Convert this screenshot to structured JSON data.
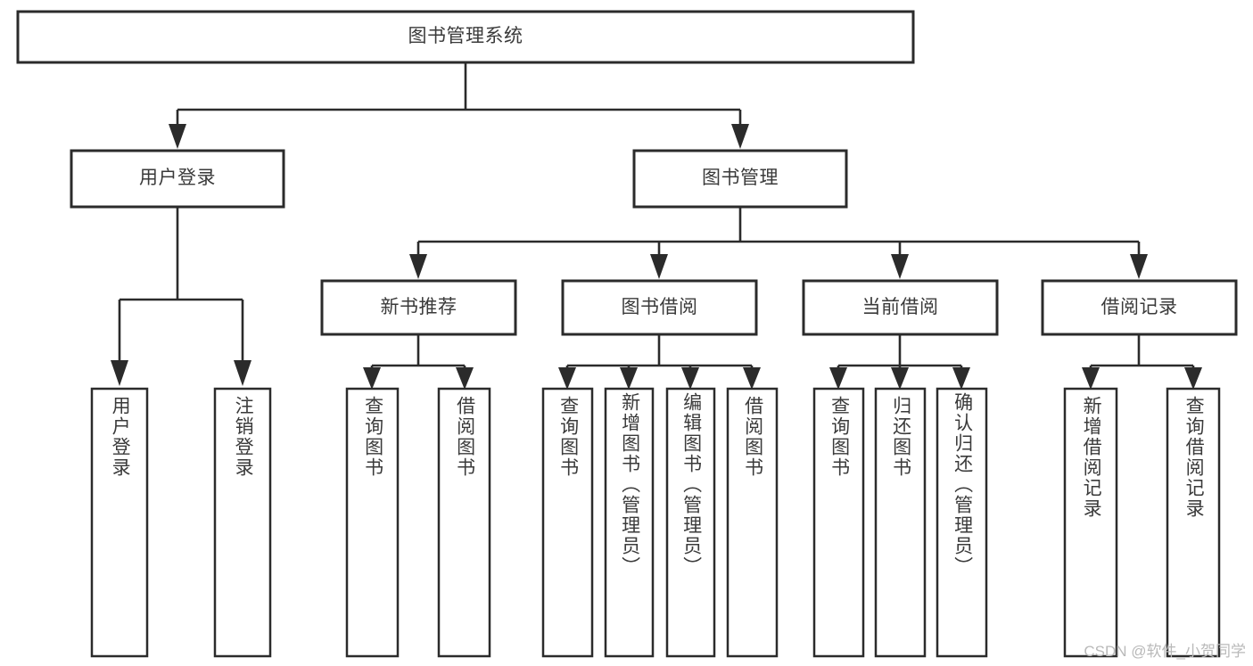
{
  "diagram": {
    "type": "tree-hierarchy-chart",
    "title": "图书管理系统",
    "watermark": "CSDN @软件_小贺同学",
    "colors": {
      "box_stroke": "#2b2b2b",
      "box_fill": "#ffffff",
      "text": "#3a3a3a",
      "background": "#ffffff",
      "watermark": "#b9b9b9"
    },
    "levels": {
      "level1": [
        {
          "id": "root",
          "label": "图书管理系统",
          "orientation": "horizontal"
        }
      ],
      "level2": [
        {
          "id": "login",
          "label": "用户登录",
          "orientation": "horizontal",
          "parent": "root"
        },
        {
          "id": "bookmgmt",
          "label": "图书管理",
          "orientation": "horizontal",
          "parent": "root"
        }
      ],
      "level3": [
        {
          "id": "newbook",
          "label": "新书推荐",
          "orientation": "horizontal",
          "parent": "bookmgmt"
        },
        {
          "id": "borrow",
          "label": "图书借阅",
          "orientation": "horizontal",
          "parent": "bookmgmt"
        },
        {
          "id": "current",
          "label": "当前借阅",
          "orientation": "horizontal",
          "parent": "bookmgmt"
        },
        {
          "id": "records",
          "label": "借阅记录",
          "orientation": "horizontal",
          "parent": "bookmgmt"
        }
      ],
      "level4": [
        {
          "id": "leaf-1",
          "label": "用户登录",
          "orientation": "vertical",
          "parent": "login"
        },
        {
          "id": "leaf-2",
          "label": "注销登录",
          "orientation": "vertical",
          "parent": "login"
        },
        {
          "id": "leaf-3",
          "label": "查询图书",
          "orientation": "vertical",
          "parent": "newbook"
        },
        {
          "id": "leaf-4",
          "label": "借阅图书",
          "orientation": "vertical",
          "parent": "newbook"
        },
        {
          "id": "leaf-5",
          "label": "查询图书",
          "orientation": "vertical",
          "parent": "borrow"
        },
        {
          "id": "leaf-6",
          "label": "新增图书（管理员）",
          "orientation": "vertical",
          "parent": "borrow"
        },
        {
          "id": "leaf-7",
          "label": "编辑图书（管理员）",
          "orientation": "vertical",
          "parent": "borrow"
        },
        {
          "id": "leaf-8",
          "label": "借阅图书",
          "orientation": "vertical",
          "parent": "borrow"
        },
        {
          "id": "leaf-9",
          "label": "查询图书",
          "orientation": "vertical",
          "parent": "current"
        },
        {
          "id": "leaf-10",
          "label": "归还图书",
          "orientation": "vertical",
          "parent": "current"
        },
        {
          "id": "leaf-11",
          "label": "确认归还（管理员）",
          "orientation": "vertical",
          "parent": "current"
        },
        {
          "id": "leaf-12",
          "label": "新增借阅记录",
          "orientation": "vertical",
          "parent": "records"
        },
        {
          "id": "leaf-13",
          "label": "查询借阅记录",
          "orientation": "vertical",
          "parent": "records"
        }
      ]
    }
  }
}
